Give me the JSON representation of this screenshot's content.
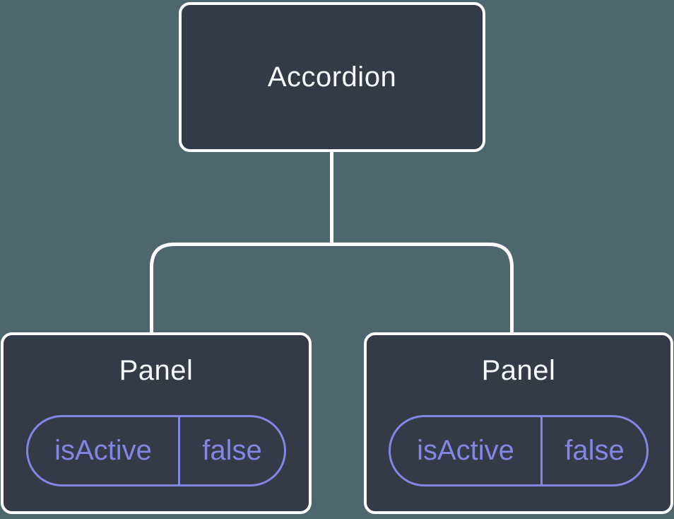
{
  "diagram": {
    "type": "component-tree",
    "colors": {
      "background": "#4e666e",
      "node_fill": "#343a46",
      "node_border": "#ffffff",
      "connector": "#ffffff",
      "accent_purple": "#8287e6",
      "heading_text": "#f7f8f9"
    },
    "root": {
      "label": "Accordion"
    },
    "children": [
      {
        "label": "Panel",
        "state": {
          "name": "isActive",
          "value": "false"
        }
      },
      {
        "label": "Panel",
        "state": {
          "name": "isActive",
          "value": "false"
        }
      }
    ]
  }
}
